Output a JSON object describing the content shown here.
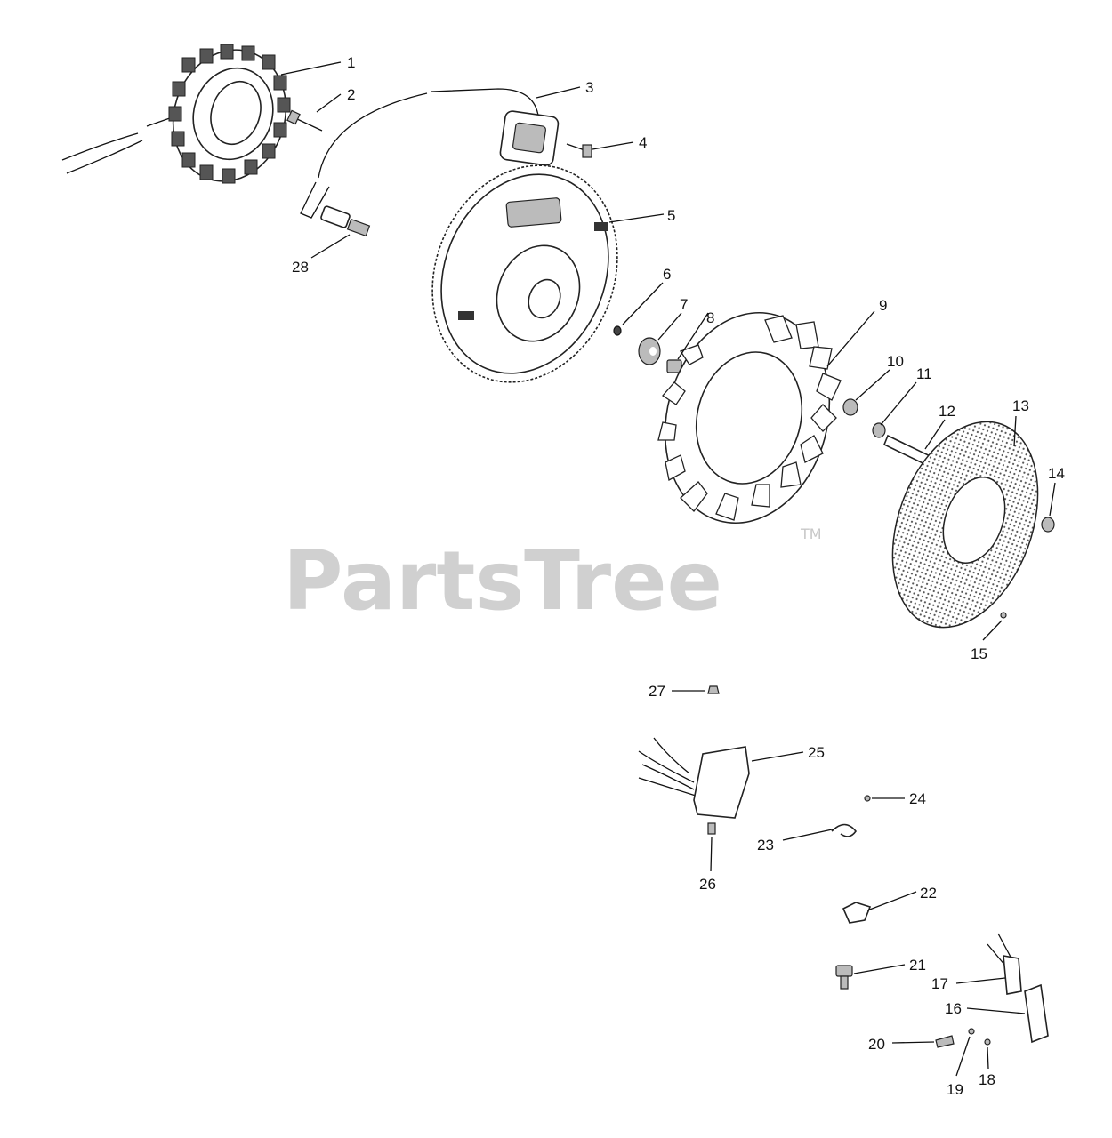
{
  "watermark": {
    "text": "PartsTree",
    "trademark": "TM"
  },
  "callouts": [
    {
      "n": "1"
    },
    {
      "n": "2"
    },
    {
      "n": "3"
    },
    {
      "n": "4"
    },
    {
      "n": "5"
    },
    {
      "n": "6"
    },
    {
      "n": "7"
    },
    {
      "n": "8"
    },
    {
      "n": "9"
    },
    {
      "n": "10"
    },
    {
      "n": "11"
    },
    {
      "n": "12"
    },
    {
      "n": "13"
    },
    {
      "n": "14"
    },
    {
      "n": "15"
    },
    {
      "n": "16"
    },
    {
      "n": "17"
    },
    {
      "n": "18"
    },
    {
      "n": "19"
    },
    {
      "n": "20"
    },
    {
      "n": "21"
    },
    {
      "n": "22"
    },
    {
      "n": "23"
    },
    {
      "n": "24"
    },
    {
      "n": "25"
    },
    {
      "n": "26"
    },
    {
      "n": "27"
    },
    {
      "n": "28"
    }
  ],
  "parts": [
    "stator-icon",
    "bolt-icon",
    "ignition-coil-icon",
    "screw-icon",
    "flywheel-icon",
    "key-icon",
    "washer-icon",
    "nut-icon",
    "fan-icon",
    "spacer-icon",
    "lock-washer-icon",
    "stud-icon",
    "screen-icon",
    "cap-screw-icon",
    "pin-icon",
    "bracket-icon",
    "terminal-icon",
    "rectifier-icon",
    "clamp-icon",
    "spark-plug-icon"
  ]
}
